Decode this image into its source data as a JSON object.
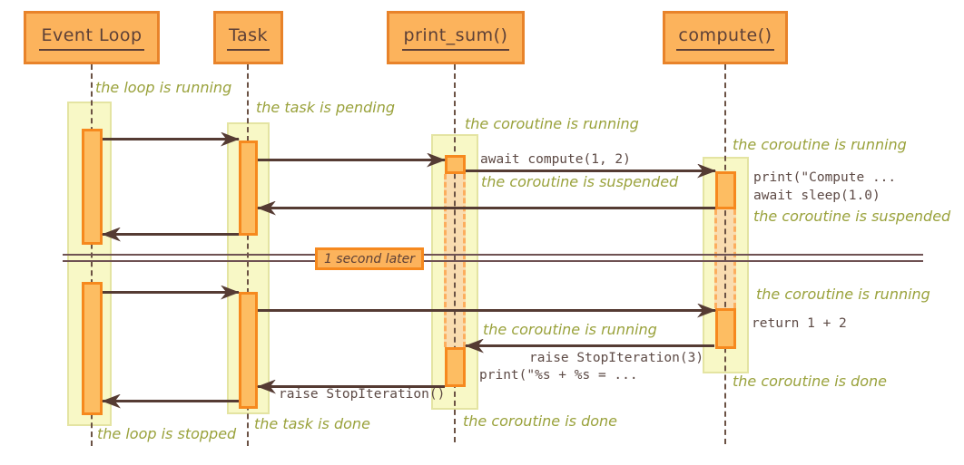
{
  "colors": {
    "participant_fill": "#fcb35c",
    "participant_border": "#e8832a",
    "activation_fill": "#fdbd62",
    "activation_border": "#f6891e",
    "band_fill": "#f8f8c6",
    "band_border": "#e4e4a2",
    "suspended_fill": "#f9dcb0",
    "suspended_dash": "#fcae5e",
    "arrow": "#553b33",
    "state_text": "#9aa23c",
    "code_text": "#5d4a45",
    "divider_line": "#6f5253",
    "title_text": "#5d4037",
    "background": "#ffffff"
  },
  "diagram": {
    "type": "sequence",
    "participants": [
      {
        "label": "Event Loop"
      },
      {
        "label": "Task"
      },
      {
        "label": "print_sum()"
      },
      {
        "label": "compute()"
      }
    ],
    "divider_label": "1 second later",
    "messages": [
      {
        "from": "Event Loop",
        "to": "Task"
      },
      {
        "from": "Task",
        "to": "print_sum()"
      },
      {
        "from": "print_sum()",
        "to": "compute()",
        "label": "await compute(1, 2)"
      },
      {
        "from": "compute()",
        "to": "Task"
      },
      {
        "from": "Task",
        "to": "Event Loop"
      },
      {
        "from": "Event Loop",
        "to": "Task"
      },
      {
        "from": "Task",
        "to": "compute()"
      },
      {
        "from": "compute()",
        "to": "print_sum()",
        "label": "raise StopIteration(3)"
      },
      {
        "from": "print_sum()",
        "to": "Task",
        "label": "raise StopIteration()"
      },
      {
        "from": "Task",
        "to": "Event Loop"
      }
    ],
    "state_labels": [
      "the loop is running",
      "the task is pending",
      "the coroutine is running",
      "the coroutine is running",
      "the coroutine is suspended",
      "the coroutine is suspended",
      "the coroutine is running",
      "the coroutine is running",
      "the coroutine is done",
      "the coroutine is done",
      "the task is done",
      "the loop is stopped"
    ],
    "code_notes": [
      "print(\"Compute ...",
      "await sleep(1.0)",
      "return 1 + 2",
      "print(\"%s + %s = ..."
    ]
  }
}
